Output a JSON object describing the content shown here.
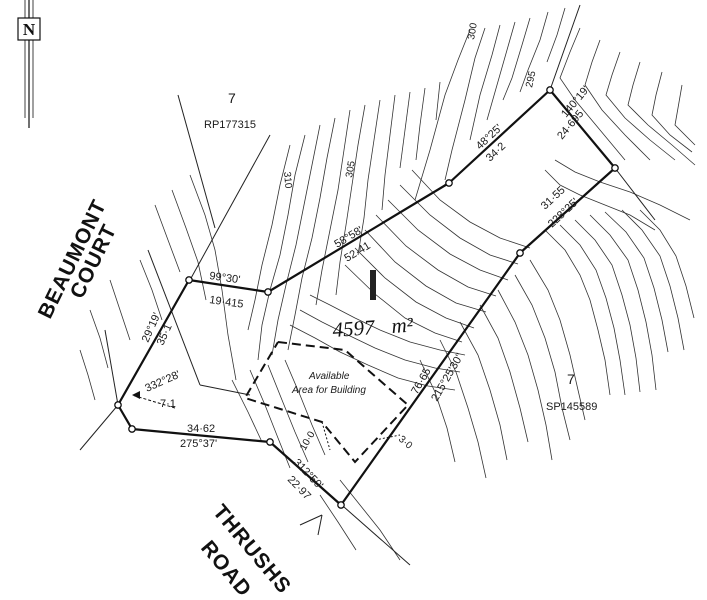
{
  "north": {
    "letter": "N",
    "icon": "north-arrow-icon"
  },
  "lots": {
    "north_lot": {
      "number": "7",
      "plan": "RP177315"
    },
    "east_lot": {
      "number": "7",
      "plan": "SP145589"
    }
  },
  "roads": {
    "beaumont_line1": "BEAUMONT",
    "beaumont_line2": "COURT",
    "thrushs_line1": "THRUSHS",
    "thrushs_line2": "ROAD"
  },
  "area": {
    "value": "4597",
    "unit": "m²"
  },
  "building": {
    "line1": "Available",
    "line2": "Area for Building"
  },
  "boundaries": {
    "top_segment": {
      "bearing": "58°58'",
      "distance": "52·41"
    },
    "top_right": {
      "bearing": "48°25'",
      "distance": "34·2"
    },
    "right_upper": {
      "bearing": "140°19'",
      "distance": "24·695"
    },
    "right_lower": {
      "bearing": "31·55",
      "distance": "228°25'"
    },
    "east_long": {
      "distance": "76·65",
      "bearing": "215°25'30\""
    },
    "bottom_road": {
      "bearing": "312°50'",
      "distance": "22·97"
    },
    "setback": "10·0",
    "setback_east": "3·0",
    "bottom_left": {
      "distance": "34·62",
      "bearing": "275°37'"
    },
    "left_road": {
      "bearing": "29°19'",
      "distance": "35·1"
    },
    "left_chord": {
      "bearing": "332°28'",
      "distance": "7·1"
    },
    "top_left": {
      "bearing": "99°30'",
      "distance": "19·415"
    }
  },
  "contours": {
    "c300": "300",
    "c295": "295",
    "c305": "305",
    "c310": "310"
  }
}
